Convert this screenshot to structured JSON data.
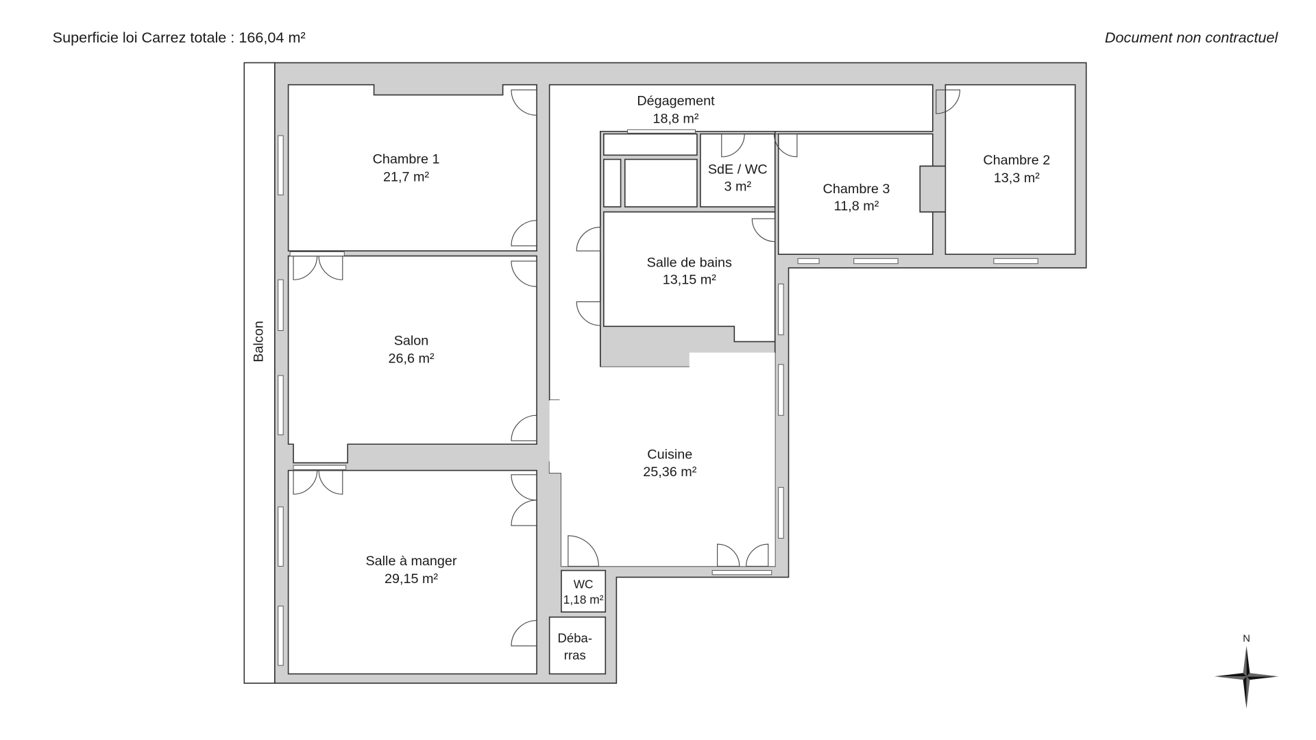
{
  "header": {
    "total_area": "Superficie loi Carrez totale : 166,04 m²",
    "disclaimer": "Document non contractuel"
  },
  "balcony": {
    "label": "Balcon"
  },
  "rooms": [
    {
      "name": "Chambre 1",
      "area": "21,7 m²"
    },
    {
      "name": "Salon",
      "area": "26,6 m²"
    },
    {
      "name": "Salle à manger",
      "area": "29,15 m²"
    },
    {
      "name": "Dégagement",
      "area": "18,8 m²"
    },
    {
      "name": "SdE / WC",
      "area": "3 m²"
    },
    {
      "name": "Chambre 3",
      "area": "11,8 m²"
    },
    {
      "name": "Chambre 2",
      "area": "13,3 m²"
    },
    {
      "name": "Salle de bains",
      "area": "13,15 m²"
    },
    {
      "name": "Cuisine",
      "area": "25,36 m²"
    },
    {
      "name": "WC",
      "area": "1,18 m²"
    },
    {
      "name": "Déba-",
      "area": "rras"
    }
  ],
  "compass": {
    "north_label": "N"
  },
  "colors": {
    "wall": "#d0d0d0",
    "outline": "#333333",
    "background": "#ffffff"
  }
}
